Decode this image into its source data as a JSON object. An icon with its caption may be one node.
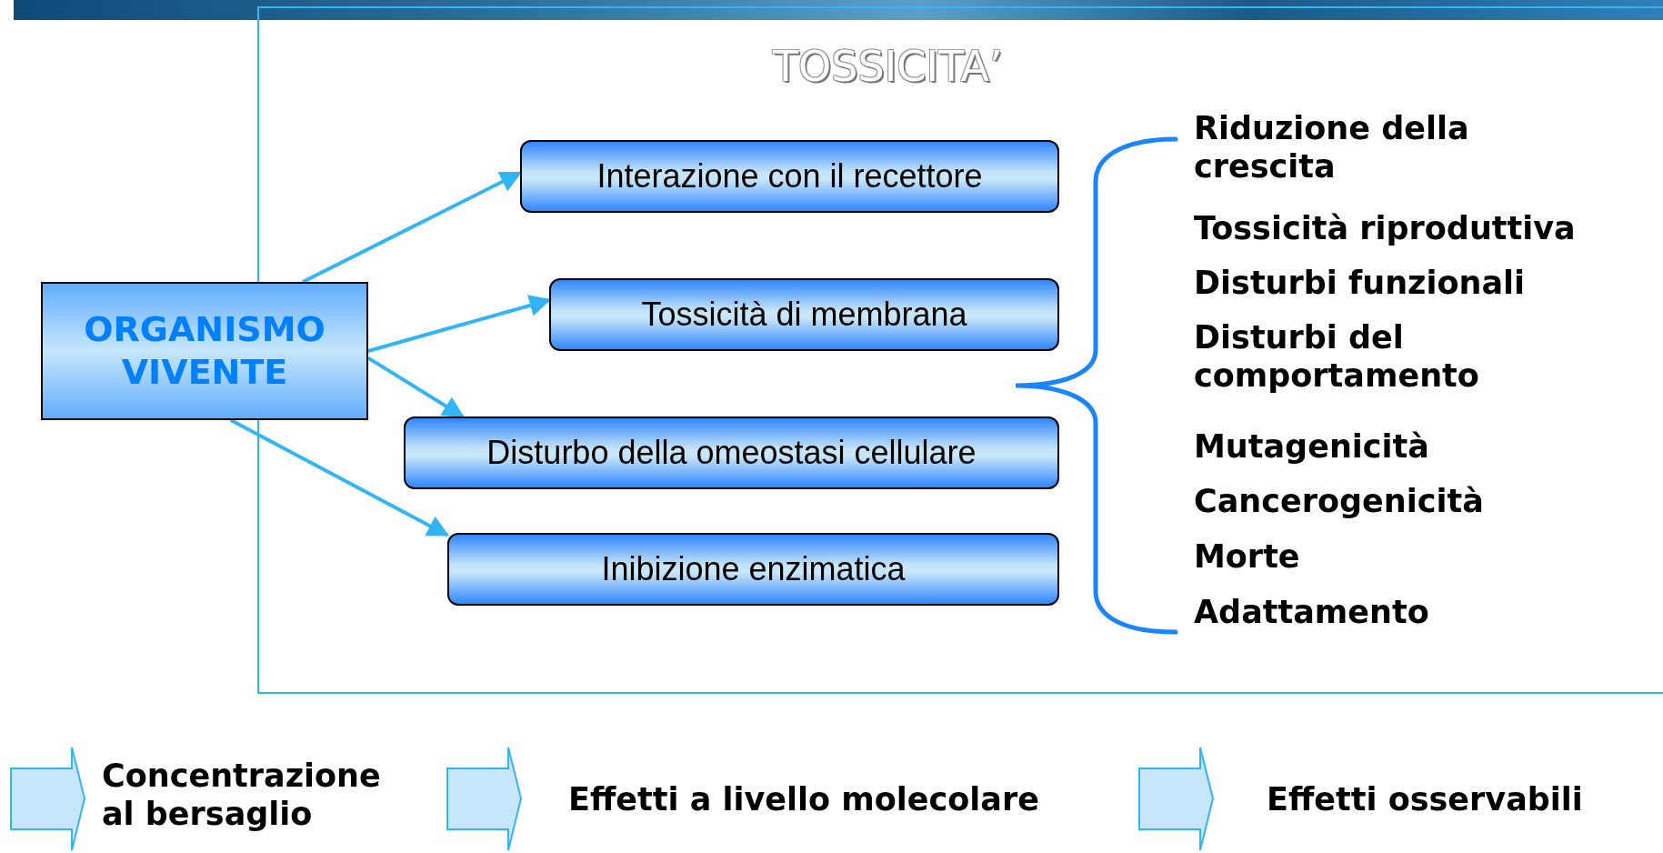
{
  "diagram": {
    "title": "TOSSICITA’",
    "nodes": [
      {
        "text": [
          "ORGANISMO VIVENTE"
        ]
      },
      {
        "text": [
          "Interazione con il recettore"
        ]
      },
      {
        "text": [
          "Tossicità di membrana"
        ]
      },
      {
        "text": [
          "Disturbo della omeostasi cellulare"
        ]
      },
      {
        "text": [
          "Inibizione enzimatica"
        ]
      }
    ],
    "edges": [
      {
        "from": 0,
        "to": 1,
        "arrow": "to"
      },
      {
        "from": 0,
        "to": 2,
        "arrow": "to"
      },
      {
        "from": 0,
        "to": 3,
        "arrow": "to"
      },
      {
        "from": 0,
        "to": 4,
        "arrow": "to"
      }
    ],
    "labels": [
      "Riduzione della crescita",
      "Tossicità riproduttiva",
      "Disturbi funzionali",
      "Disturbi del comportamento",
      "Mutagenicità",
      "Cancerogenicità",
      "Morte",
      "Adattamento",
      "Concentrazione al bersaglio",
      "Effetti a livello molecolare",
      "Effetti osservabili"
    ]
  }
}
